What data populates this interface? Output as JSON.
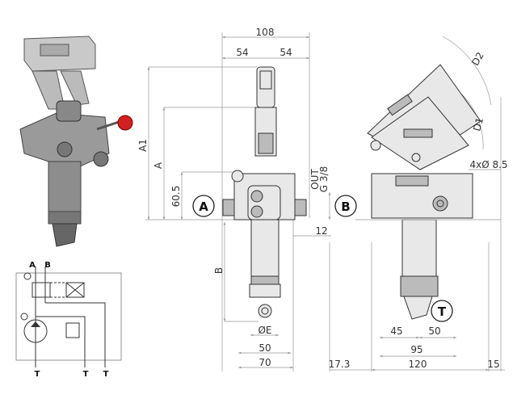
{
  "schematic": {
    "port_a": "A",
    "port_b": "B",
    "tank_labels": [
      "T",
      "T",
      "T"
    ]
  },
  "front_view": {
    "width_total": "108",
    "half_left": "54",
    "half_right": "54",
    "height_a1": "A1",
    "height_a": "A",
    "height_port": "60.5",
    "view_label": "A",
    "outlet_line1": "OUT",
    "outlet_line2": "G 3/8",
    "port_offset": "12",
    "length_b": "B",
    "diameter_e": "ØE",
    "width_50": "50",
    "width_70": "70"
  },
  "side_view": {
    "view_label": "B",
    "mount_holes": "4xØ 8.5",
    "arc_d1": "D1",
    "arc_d2": "D2",
    "tank_label": "T",
    "dim_45": "45",
    "dim_50": "50",
    "dim_95": "95",
    "dim_17_3": "17.3",
    "dim_120": "120",
    "dim_15": "15"
  },
  "colors": {
    "knob": "#d42020",
    "body": "#9a9a9a",
    "dim": "#999999"
  }
}
